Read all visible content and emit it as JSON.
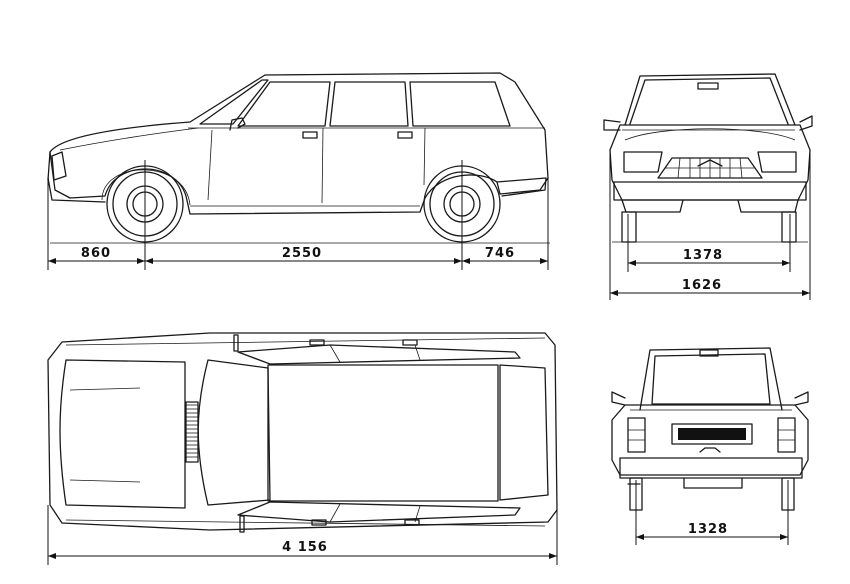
{
  "dimensions": {
    "front_overhang": "860",
    "wheelbase": "2550",
    "rear_overhang": "746",
    "front_track": "1378",
    "overall_width": "1626",
    "overall_length": "4 156",
    "rear_track": "1328"
  },
  "colors": {
    "ink": "#1a1a1a",
    "paper": "#ffffff"
  }
}
